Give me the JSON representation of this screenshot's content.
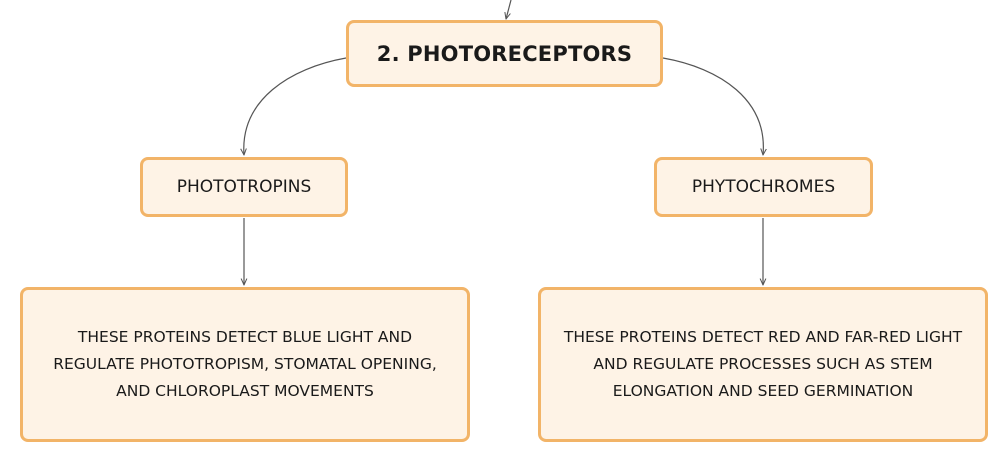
{
  "colors": {
    "node_fill": "#fef3e6",
    "node_border": "#f2b468",
    "connector": "#555555",
    "text": "#1a1a1a"
  },
  "root": {
    "label": "2. PHOTORECEPTORS"
  },
  "children": [
    {
      "label": "PHOTOTROPINS",
      "description_lines": [
        "THESE PROTEINS DETECT BLUE LIGHT AND",
        "REGULATE PHOTOTROPISM, STOMATAL OPENING,",
        "AND CHLOROPLAST MOVEMENTS"
      ]
    },
    {
      "label": "PHYTOCHROMES",
      "description_lines": [
        "THESE PROTEINS DETECT RED AND FAR-RED LIGHT",
        "AND REGULATE PROCESSES SUCH AS STEM",
        "ELONGATION AND SEED GERMINATION"
      ]
    }
  ]
}
